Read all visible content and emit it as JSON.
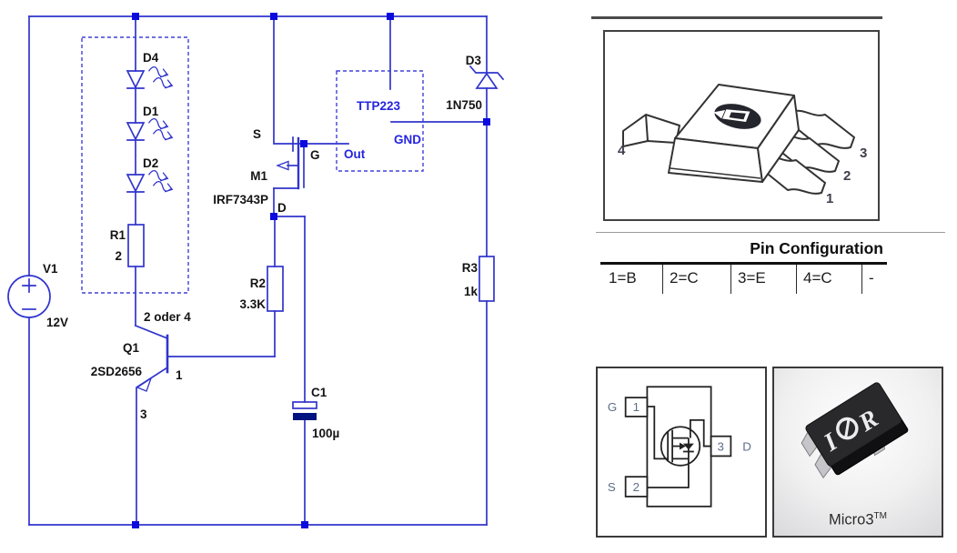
{
  "sch": {
    "v1": {
      "ref": "V1",
      "value": "12V"
    },
    "leds": [
      "D4",
      "D1",
      "D2"
    ],
    "note": "2 oder 4",
    "r1": {
      "ref": "R1",
      "value": "2"
    },
    "q1": {
      "ref": "Q1",
      "part": "2SD2656",
      "pin_b": "1",
      "pin_e": "3"
    },
    "m1": {
      "ref": "M1",
      "part": "IRF7343P",
      "s": "S",
      "g": "G",
      "d": "D"
    },
    "ttp": {
      "chip": "TTP223",
      "out": "Out",
      "gnd": "GND"
    },
    "d3": {
      "ref": "D3",
      "part": "1N750"
    },
    "r2": {
      "ref": "R2",
      "value": "3.3K"
    },
    "r3": {
      "ref": "R3",
      "value": "1k"
    },
    "c1": {
      "ref": "C1",
      "value": "100µ"
    }
  },
  "pkg": {
    "pin1": "1",
    "pin2": "2",
    "pin3": "3",
    "pin4": "4"
  },
  "pincfg": {
    "title": "Pin Configuration",
    "cells": [
      "1=B",
      "2=C",
      "3=E",
      "4=C",
      "-"
    ]
  },
  "pinout": {
    "g": "G",
    "s": "S",
    "d": "D",
    "p1": "1",
    "p2": "2",
    "p3": "3"
  },
  "micro3": {
    "label": "Micro3",
    "tm": "TM",
    "logo_i": "I",
    "logo_r": "R"
  },
  "colors": {
    "wire_blue": "#3135cc",
    "junction_blue": "#0b0bdf",
    "label_blue": "#2424e0",
    "cap_navy": "#001280"
  }
}
